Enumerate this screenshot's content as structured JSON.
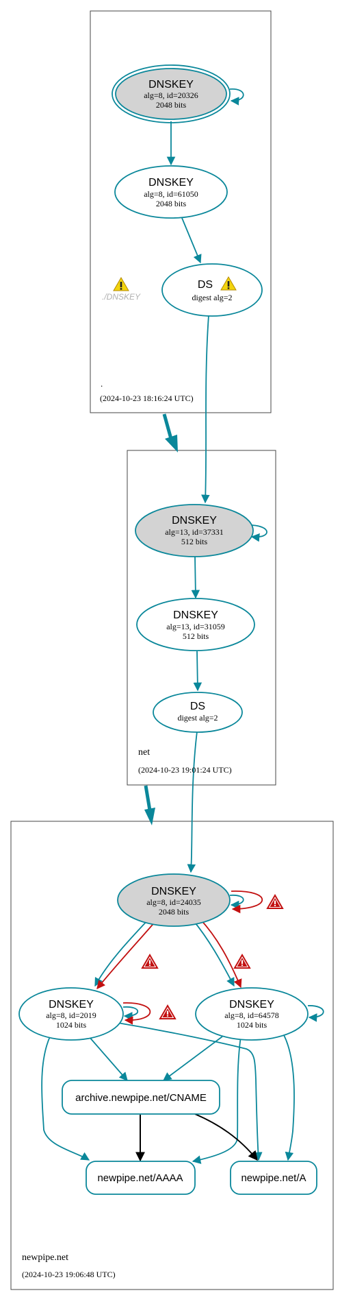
{
  "colors": {
    "teal": "#0a879a",
    "red": "#c21010",
    "node_fill_gray": "#d3d3d3",
    "zone_border": "#444444",
    "black": "#000000"
  },
  "zones": {
    "root": {
      "name": ".",
      "timestamp": "(2024-10-23 18:16:24 UTC)"
    },
    "net": {
      "name": "net",
      "timestamp": "(2024-10-23 19:01:24 UTC)"
    },
    "newpipe": {
      "name": "newpipe.net",
      "timestamp": "(2024-10-23 19:06:48 UTC)"
    }
  },
  "nodes": {
    "root_ksk": {
      "title": "DNSKEY",
      "line1": "alg=8, id=20326",
      "line2": "2048 bits"
    },
    "root_zsk": {
      "title": "DNSKEY",
      "line1": "alg=8, id=61050",
      "line2": "2048 bits"
    },
    "root_ds": {
      "title": "DS",
      "line1": "digest alg=2"
    },
    "root_dnskey_ghost": {
      "label": "./DNSKEY"
    },
    "net_ksk": {
      "title": "DNSKEY",
      "line1": "alg=13, id=37331",
      "line2": "512 bits"
    },
    "net_zsk": {
      "title": "DNSKEY",
      "line1": "alg=13, id=31059",
      "line2": "512 bits"
    },
    "net_ds": {
      "title": "DS",
      "line1": "digest alg=2"
    },
    "np_ksk": {
      "title": "DNSKEY",
      "line1": "alg=8, id=24035",
      "line2": "2048 bits"
    },
    "np_zsk1": {
      "title": "DNSKEY",
      "line1": "alg=8, id=2019",
      "line2": "1024 bits"
    },
    "np_zsk2": {
      "title": "DNSKEY",
      "line1": "alg=8, id=64578",
      "line2": "1024 bits"
    },
    "np_cname": {
      "label": "archive.newpipe.net/CNAME"
    },
    "np_aaaa": {
      "label": "newpipe.net/AAAA"
    },
    "np_a": {
      "label": "newpipe.net/A"
    }
  },
  "icons": {
    "warning": "warning-triangle-icon",
    "error": "error-triangle-icon"
  }
}
